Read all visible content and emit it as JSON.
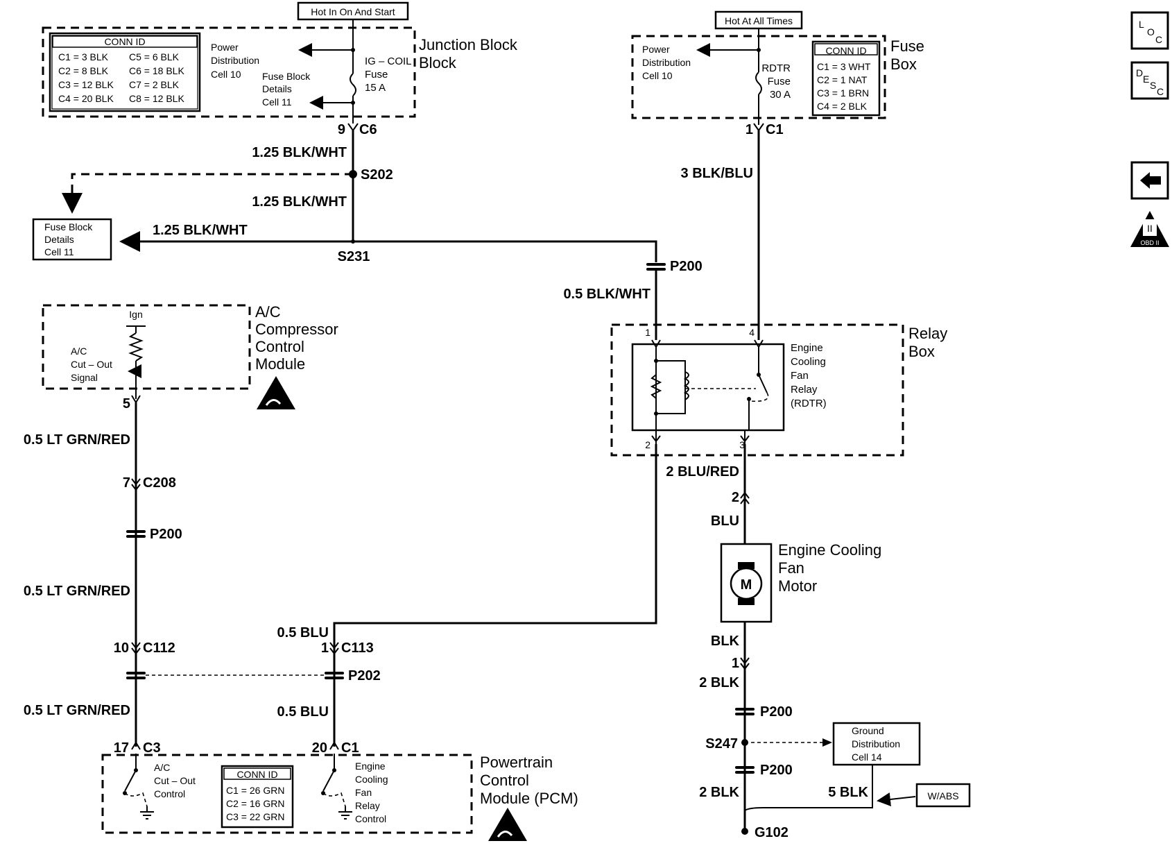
{
  "junction_block": {
    "title": "Junction Block",
    "hot_label": "Hot In On And Start",
    "conn_title": "CONN ID",
    "conn_left": [
      "C1 = 3 BLK",
      "C2 = 8 BLK",
      "C3 = 12 BLK",
      "C4 = 20 BLK"
    ],
    "conn_right": [
      "C5 = 6 BLK",
      "C6 = 18 BLK",
      "C7 = 2 BLK",
      "C8 = 12 BLK"
    ],
    "power_dist": [
      "Power",
      "Distribution",
      "Cell 10"
    ],
    "fuse_details": [
      "Fuse Block",
      "Details",
      "Cell 11"
    ],
    "fuse": [
      "IG – COIL",
      "Fuse",
      "15 A"
    ],
    "pin": "9",
    "connector": "C6"
  },
  "fuse_box": {
    "title": [
      "Fuse",
      "Box"
    ],
    "hot_label": "Hot At All Times",
    "power_dist": [
      "Power",
      "Distribution",
      "Cell 10"
    ],
    "fuse": [
      "RDTR",
      "Fuse",
      "30 A"
    ],
    "conn_title": "CONN ID",
    "conn": [
      "C1 = 3 WHT",
      "C2 = 1 NAT",
      "C3 = 1 BRN",
      "C4 = 2 BLK"
    ],
    "pin": "1",
    "connector": "C1"
  },
  "fuse_block_details": [
    "Fuse Block",
    "Details",
    "Cell 11"
  ],
  "wires": {
    "blk_wht_1": "1.25 BLK/WHT",
    "blk_wht_2": "1.25 BLK/WHT",
    "blk_wht_3": "1.25 BLK/WHT",
    "blk_wht_05": "0.5 BLK/WHT",
    "blk_blu": "3 BLK/BLU",
    "grn_red_1": "0.5 LT GRN/RED",
    "grn_red_2": "0.5 LT GRN/RED",
    "grn_red_3": "0.5 LT GRN/RED",
    "blu_red": "2 BLU/RED",
    "blu": "BLU",
    "blk": "BLK",
    "blk_2a": "2 BLK",
    "blk_2b": "2 BLK",
    "blk_5": "5 BLK",
    "blu_05a": "0.5 BLU",
    "blu_05b": "0.5 BLU"
  },
  "splices": {
    "s202": "S202",
    "s231": "S231",
    "s247": "S247"
  },
  "connectors": {
    "p200_top": "P200",
    "p200_left": "P200",
    "p200_bot1": "P200",
    "p200_bot2": "P200",
    "p202": "P202",
    "c208": "C208",
    "c208_pin": "7",
    "c112": "C112",
    "c112_pin": "10",
    "c113": "C113",
    "c113_pin": "1",
    "c3": "C3",
    "c3_pin": "17",
    "c1_pcm": "C1",
    "c1_pcm_pin": "20",
    "acm_pin": "5"
  },
  "ac_module": {
    "title": [
      "A/C",
      "Compressor",
      "Control",
      "Module"
    ],
    "ign": "Ign",
    "signal": [
      "A/C",
      "Cut – Out",
      "Signal"
    ]
  },
  "relay_box": {
    "title": [
      "Relay",
      "Box"
    ],
    "relay": [
      "Engine",
      "Cooling",
      "Fan",
      "Relay",
      "(RDTR)"
    ],
    "pins": [
      "1",
      "4",
      "2",
      "3"
    ]
  },
  "motor": {
    "title": [
      "Engine Cooling",
      "Fan",
      "Motor"
    ],
    "symbol": "M",
    "pin_top": "2",
    "pin_bot": "1"
  },
  "ground": {
    "dist": [
      "Ground",
      "Distribution",
      "Cell 14"
    ],
    "g102": "G102",
    "wabs": "W/ABS"
  },
  "pcm": {
    "title": [
      "Powertrain",
      "Control",
      "Module (PCM)"
    ],
    "ac_control": [
      "A/C",
      "Cut – Out",
      "Control"
    ],
    "fan_control": [
      "Engine",
      "Cooling",
      "Fan",
      "Relay",
      "Control"
    ],
    "conn_title": "CONN ID",
    "conn": [
      "C1 = 26 GRN",
      "C2 = 16 GRN",
      "C3 = 22 GRN"
    ]
  },
  "side_nav": {
    "loc": [
      "L",
      "O",
      "C"
    ],
    "desc": [
      "D",
      "E",
      "S",
      "C"
    ],
    "obd": "OBD II",
    "obd_symbol": "II"
  }
}
